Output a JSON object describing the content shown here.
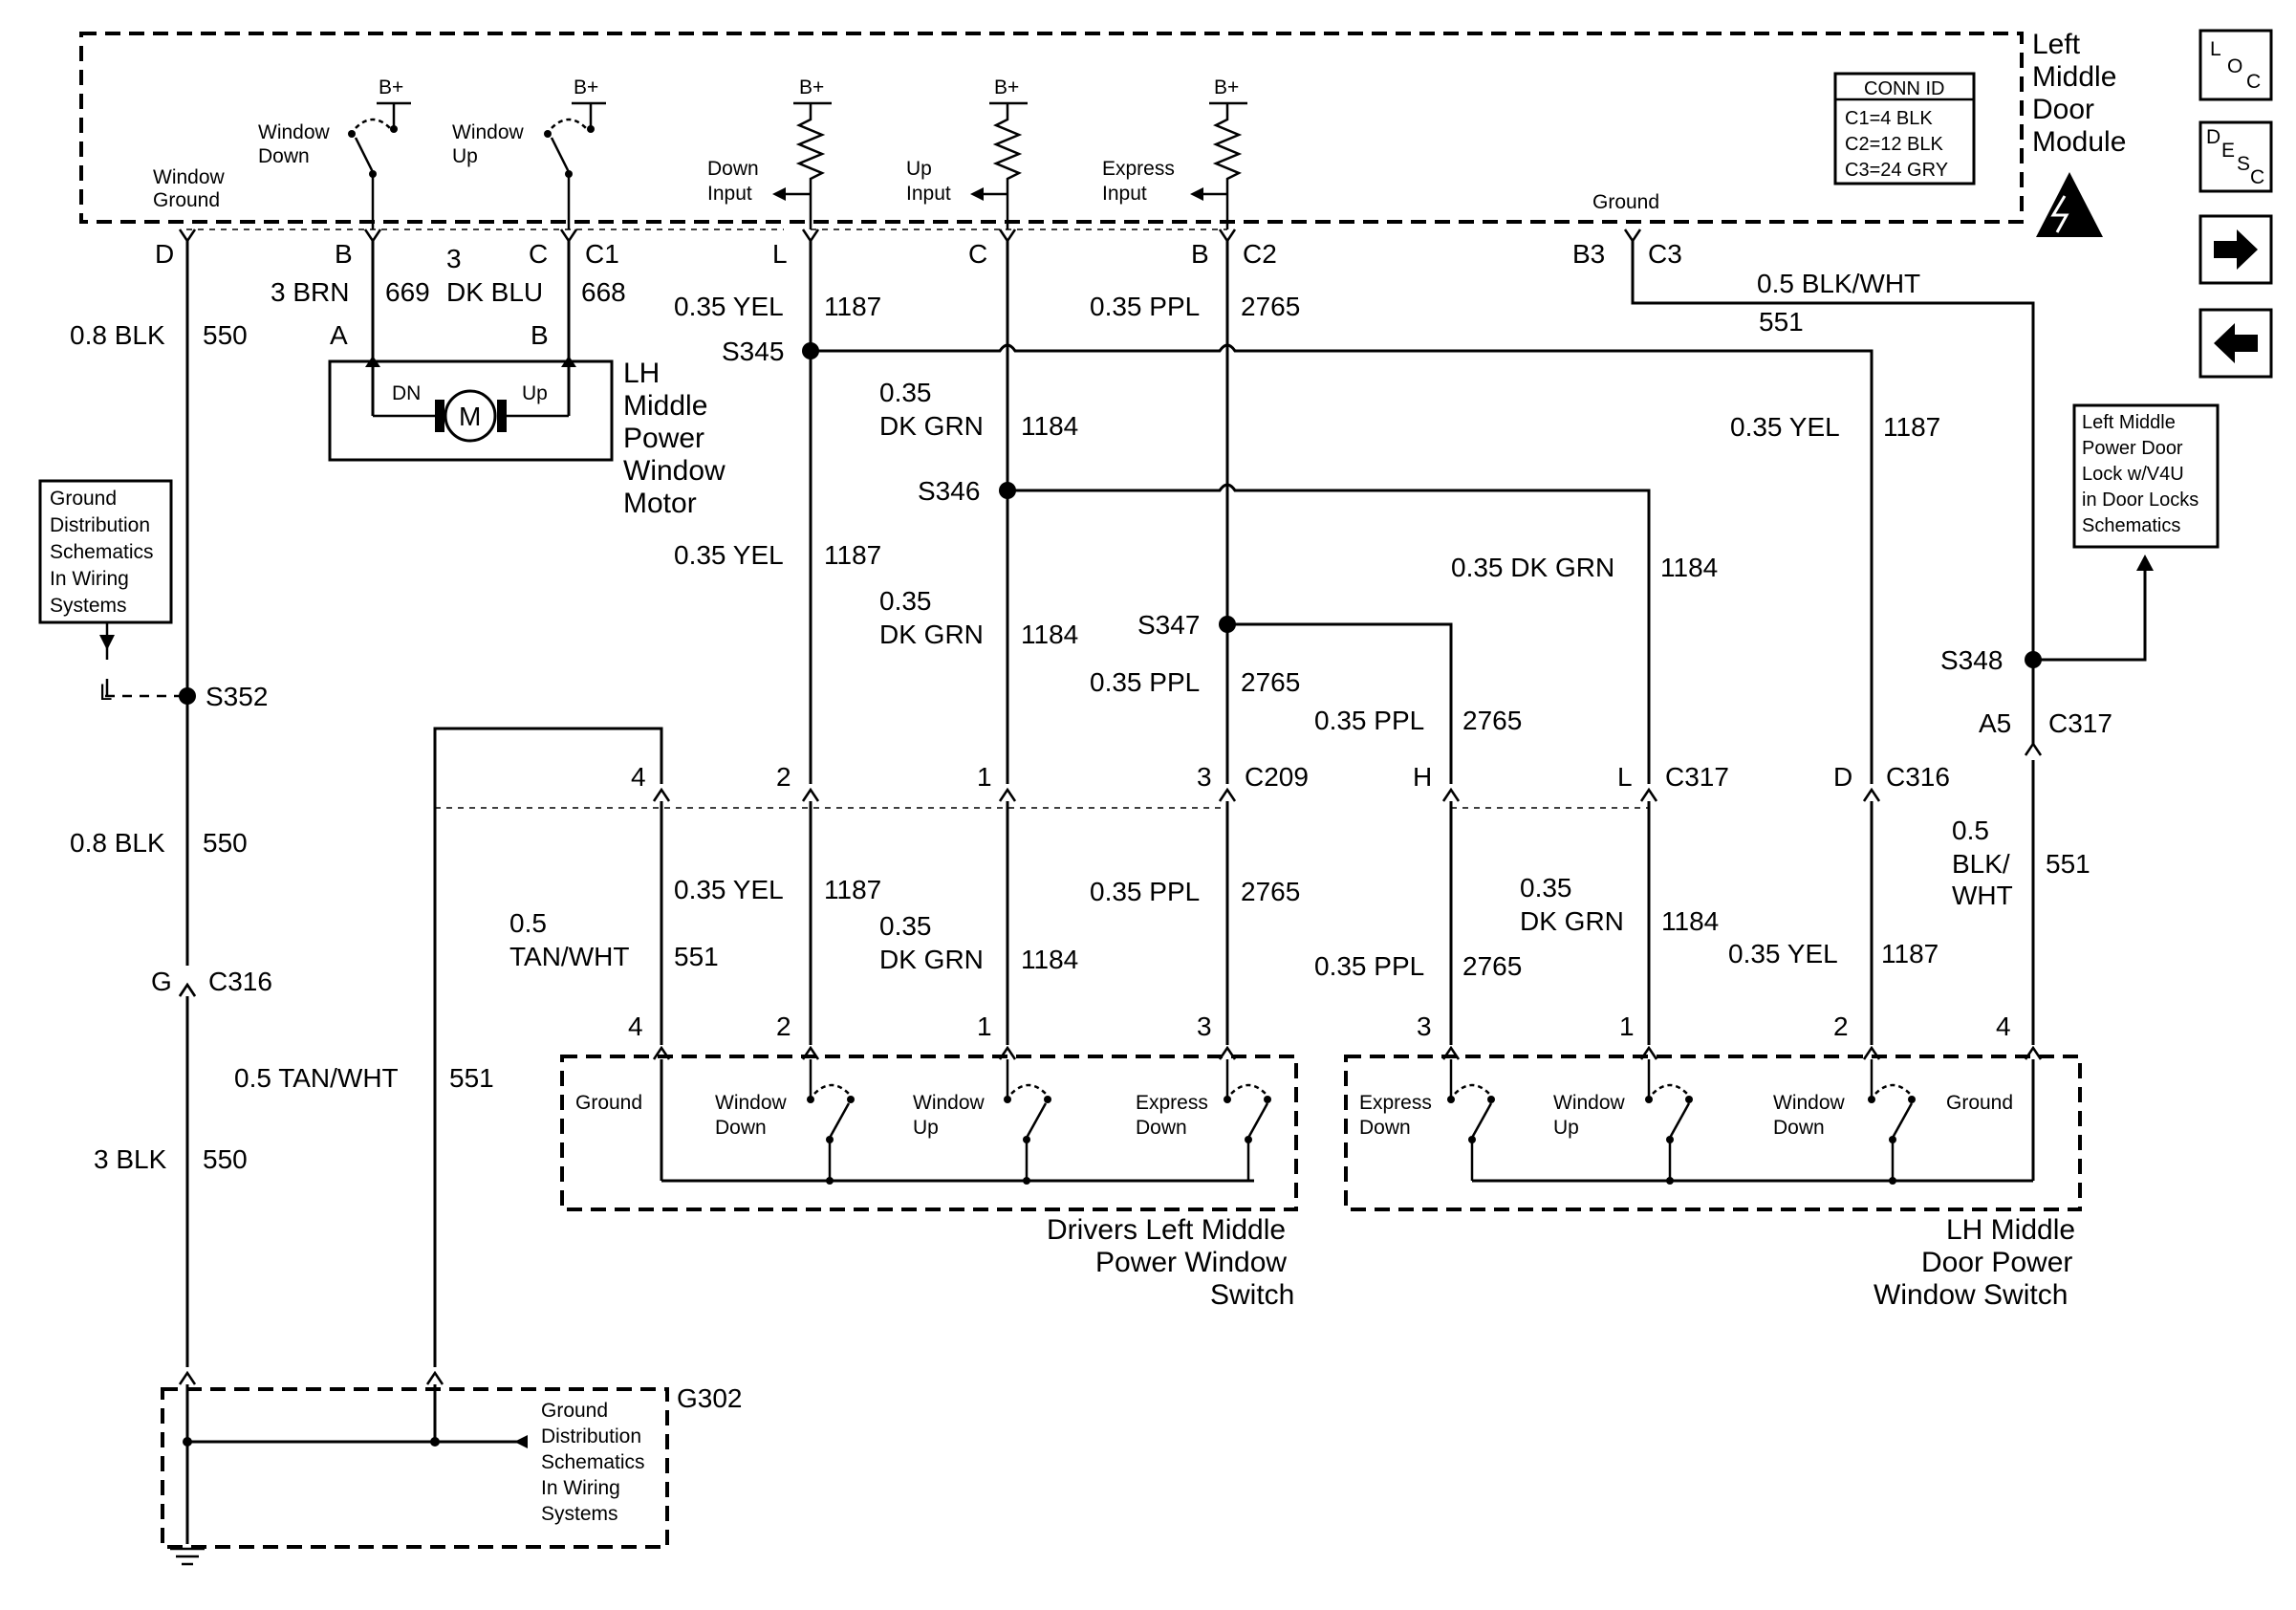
{
  "modules": {
    "door_module": [
      "Left",
      "Middle",
      "Door",
      "Module"
    ],
    "motor": [
      "LH",
      "Middle",
      "Power",
      "Window",
      "Motor"
    ],
    "drivers_switch": [
      "Drivers Left Middle",
      "Power Window",
      "Switch"
    ],
    "lh_switch": [
      "LH Middle",
      "Door Power",
      "Window Switch"
    ],
    "ground_ref_left": [
      "Ground",
      "Distribution",
      "Schematics",
      "In Wiring",
      "Systems"
    ],
    "ground_ref_bottom": [
      "Ground",
      "Distribution",
      "Schematics",
      "In Wiring",
      "Systems"
    ],
    "lock_ref": [
      "Left Middle",
      "Power Door",
      "Lock w/V4U",
      "in Door Locks",
      "Schematics"
    ]
  },
  "conn_id": {
    "title": "CONN ID",
    "rows": [
      "C1=4 BLK",
      "C2=12 BLK",
      "C3=24 GRY"
    ]
  },
  "nav": {
    "loc": [
      "L",
      "O",
      "C"
    ],
    "desc": [
      "D",
      "E",
      "S",
      "C"
    ],
    "forward": "→",
    "back": "←"
  },
  "module_internals": {
    "b_plus": "B+",
    "window_ground": [
      "Window",
      "Ground"
    ],
    "window_down": [
      "Window",
      "Down"
    ],
    "window_up": [
      "Window",
      "Up"
    ],
    "down_input": [
      "Down",
      "Input"
    ],
    "up_input": [
      "Up",
      "Input"
    ],
    "express_input": [
      "Express",
      "Input"
    ],
    "ground": "Ground",
    "motor_dn": "DN",
    "motor_up": "Up",
    "motor_m": "M"
  },
  "connectors": {
    "c1": "C1",
    "c2": "C2",
    "c3": "C3",
    "c209": "C209",
    "c317": "C317",
    "c316": "C316",
    "c317_a5": "C317",
    "c316_g": "C316",
    "pin_d": "D",
    "pin_b": "B",
    "pin_c": "C",
    "pin_l": "L",
    "pin_c2c": "C",
    "pin_b2": "B",
    "pin_b3": "B3",
    "motor_a": "A",
    "motor_b": "B",
    "c209_4": "4",
    "c209_2": "2",
    "c209_1": "1",
    "c209_3": "3",
    "c317_h": "H",
    "c317_l": "L",
    "c316_d": "D",
    "c317_a5pin": "A5",
    "c316_gpin": "G",
    "sw1_4": "4",
    "sw1_2": "2",
    "sw1_1": "1",
    "sw1_3": "3",
    "sw2_3": "3",
    "sw2_1": "1",
    "sw2_2": "2",
    "sw2_4": "4",
    "loc_l": "L"
  },
  "splices": {
    "s345": "S345",
    "s346": "S346",
    "s347": "S347",
    "s348": "S348",
    "s352": "S352",
    "g302": "G302"
  },
  "wires": {
    "w550a": [
      "0.8 BLK",
      "550"
    ],
    "w550b": [
      "0.8 BLK",
      "550"
    ],
    "w550c": [
      "3 BLK",
      "550"
    ],
    "w551_tan_a": [
      "0.5",
      "TAN/WHT",
      "551"
    ],
    "w551_tan_b": [
      "0.5 TAN/WHT",
      "551"
    ],
    "motor_brn": [
      "3 BRN",
      "669"
    ],
    "motor_blu": [
      "3",
      "DK BLU",
      "668"
    ],
    "w1187_a": [
      "0.35 YEL",
      "1187"
    ],
    "w1187_b": [
      "0.35 YEL",
      "1187"
    ],
    "w1187_c": [
      "0.35 YEL",
      "1187"
    ],
    "w1187_d": [
      "0.35 YEL",
      "1187"
    ],
    "w1187_e": [
      "0.35 YEL",
      "1187"
    ],
    "w1184_a": [
      "0.35",
      "DK GRN",
      "1184"
    ],
    "w1184_b": [
      "0.35",
      "DK GRN",
      "1184"
    ],
    "w1184_c": [
      "0.35 DK GRN",
      "1184"
    ],
    "w1184_d": [
      "0.35",
      "DK GRN",
      "1184"
    ],
    "w1184_e": [
      "0.35",
      "DK GRN",
      "1184"
    ],
    "w2765_a": [
      "0.35 PPL",
      "2765"
    ],
    "w2765_b": [
      "0.35 PPL",
      "2765"
    ],
    "w2765_c": [
      "0.35 PPL",
      "2765"
    ],
    "w2765_d": [
      "0.35 PPL",
      "2765"
    ],
    "w2765_e": [
      "0.35 PPL",
      "2765"
    ],
    "w551_blk_a": [
      "0.5 BLK/WHT",
      "551"
    ],
    "w551_blk_b": [
      "0.5",
      "BLK/",
      "WHT",
      "551"
    ]
  },
  "switches": {
    "sw1_ground": "Ground",
    "sw1_wd": [
      "Window",
      "Down"
    ],
    "sw1_wu": [
      "Window",
      "Up"
    ],
    "sw1_ed": [
      "Express",
      "Down"
    ],
    "sw2_ed": [
      "Express",
      "Down"
    ],
    "sw2_wu": [
      "Window",
      "Up"
    ],
    "sw2_wd": [
      "Window",
      "Down"
    ],
    "sw2_ground": "Ground"
  }
}
